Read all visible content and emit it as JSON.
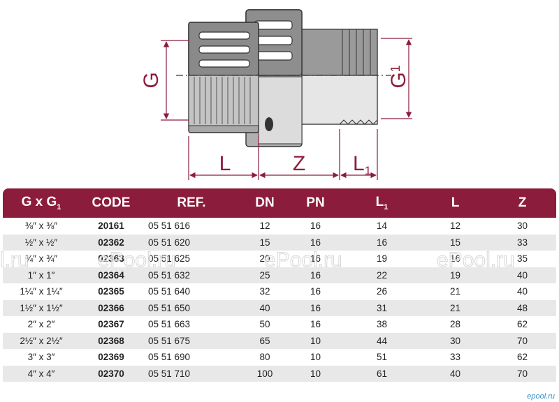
{
  "drawing": {
    "labels": {
      "g": "G",
      "g1_main": "G",
      "g1_sub": "1",
      "l": "L",
      "z": "Z",
      "l1_main": "L",
      "l1_sub": "1"
    }
  },
  "table": {
    "headers": [
      {
        "main": "G x G",
        "sub": "1"
      },
      {
        "main": "CODE",
        "sub": ""
      },
      {
        "main": "REF.",
        "sub": ""
      },
      {
        "main": "DN",
        "sub": ""
      },
      {
        "main": "PN",
        "sub": ""
      },
      {
        "main": "L",
        "sub": "1"
      },
      {
        "main": "L",
        "sub": ""
      },
      {
        "main": "Z",
        "sub": ""
      }
    ],
    "rows": [
      [
        "⅜″ x ⅜″",
        "20161",
        "05 51 616",
        "12",
        "16",
        "14",
        "12",
        "30"
      ],
      [
        "½″ x ½″",
        "02362",
        "05 51 620",
        "15",
        "16",
        "16",
        "15",
        "33"
      ],
      [
        "¾″ x ¾″",
        "02363",
        "05 51 625",
        "20",
        "16",
        "19",
        "16",
        "35"
      ],
      [
        "1″ x 1″",
        "02364",
        "05 51 632",
        "25",
        "16",
        "22",
        "19",
        "40"
      ],
      [
        "1¼″ x 1¼″",
        "02365",
        "05 51 640",
        "32",
        "16",
        "26",
        "21",
        "40"
      ],
      [
        "1½″ x 1½″",
        "02366",
        "05 51 650",
        "40",
        "16",
        "31",
        "21",
        "48"
      ],
      [
        "2″ x 2″",
        "02367",
        "05 51 663",
        "50",
        "16",
        "38",
        "28",
        "62"
      ],
      [
        "2½″ x 2½″",
        "02368",
        "05 51 675",
        "65",
        "10",
        "44",
        "30",
        "70"
      ],
      [
        "3″ x 3″",
        "02369",
        "05 51 690",
        "80",
        "10",
        "51",
        "33",
        "62"
      ],
      [
        "4″ x 4″",
        "02370",
        "05 51 710",
        "100",
        "10",
        "61",
        "40",
        "70"
      ]
    ]
  },
  "watermarks": [
    "l.ru",
    "ePool.ru",
    "ePool.ru",
    "ePool.ru"
  ],
  "corner_watermark": "epool.ru",
  "colors": {
    "header_bg": "#8c1c3c",
    "dimension": "#8c1c3c",
    "row_alt": "#e8e8e8"
  }
}
